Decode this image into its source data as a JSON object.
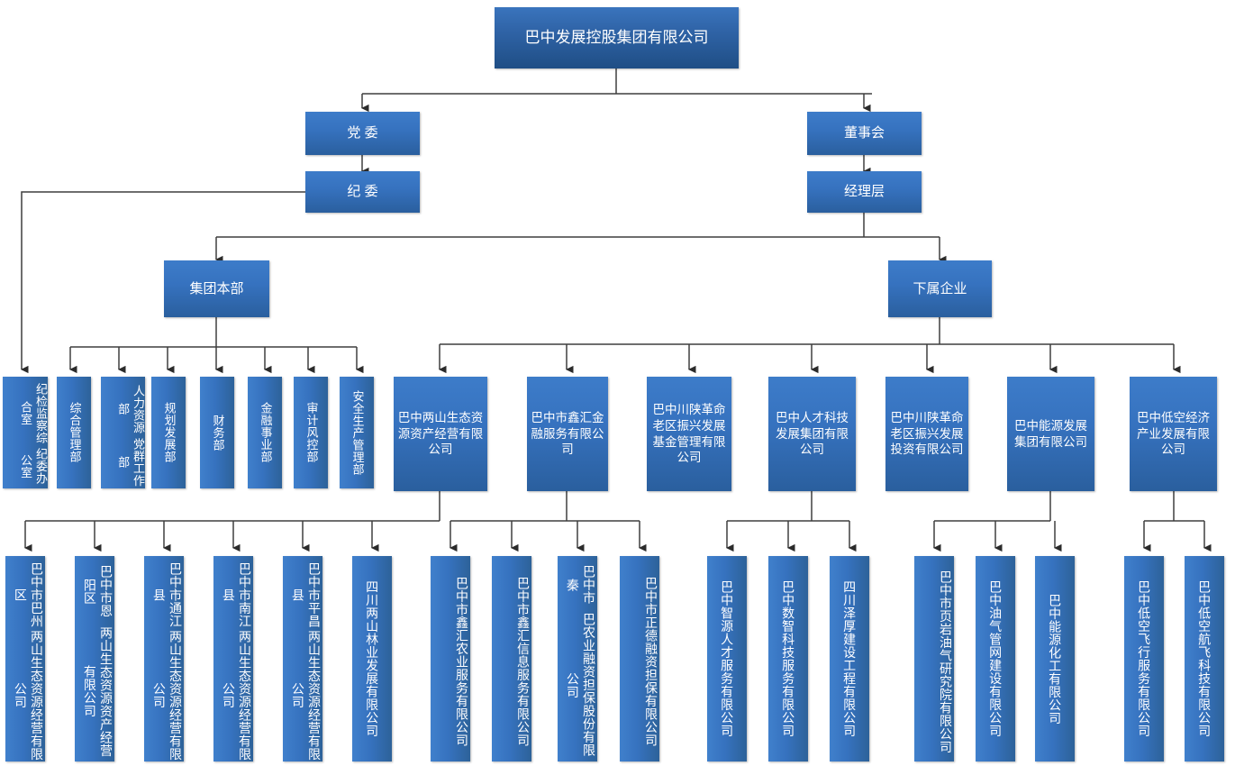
{
  "meta": {
    "title": "巴中发展控股集团有限公司 组织架构图",
    "colors": {
      "node_top": "#3d7cc9",
      "node_bottom": "#2a5f9e",
      "root_top": "#3a74bd",
      "root_bottom": "#1f4e85",
      "connector": "#404040",
      "background": "#ffffff",
      "text": "#ffffff"
    }
  },
  "level1": {
    "root": {
      "label": "巴中发展控股集团有限公司"
    }
  },
  "level2": [
    {
      "label": "党 委"
    },
    {
      "label": "董事会"
    }
  ],
  "level3": [
    {
      "label": "纪 委"
    },
    {
      "label": "经理层"
    }
  ],
  "level4": [
    {
      "label": "集团本部"
    },
    {
      "label": "下属企业"
    }
  ],
  "departments": [
    {
      "label_a": "纪检监察综合室",
      "label_b": "纪委办公室"
    },
    {
      "label": "综合管理部"
    },
    {
      "label_a": "人力资源部",
      "label_b": "党群工作部"
    },
    {
      "label": "规划发展部"
    },
    {
      "label": "财务部"
    },
    {
      "label": "金融事业部"
    },
    {
      "label": "审计风控部"
    },
    {
      "label": "安全生产管理部"
    }
  ],
  "subsidiaries": [
    {
      "label": "巴中两山生态资源资产经营有限公司"
    },
    {
      "label": "巴中市鑫汇金融服务有限公司"
    },
    {
      "label": "巴中川陕革命老区振兴发展基金管理有限公司"
    },
    {
      "label": "巴中人才科技发展集团有限公司"
    },
    {
      "label": "巴中川陕革命老区振兴发展投资有限公司"
    },
    {
      "label": "巴中能源发展集团有限公司"
    },
    {
      "label": "巴中低空经济产业发展有限公司"
    }
  ],
  "units": [
    {
      "label_a": "巴中市巴州区",
      "label_b": "两山生态资源经营有限公司"
    },
    {
      "label_a": "巴中市恩阳区",
      "label_b": "两山生态资源资产经营有限公司"
    },
    {
      "label_a": "巴中市通江县",
      "label_b": "两山生态资源经营有限公司"
    },
    {
      "label_a": "巴中市南江县",
      "label_b": "两山生态资源经营有限公司"
    },
    {
      "label_a": "巴中市平昌县",
      "label_b": "两山生态资源经营有限公司"
    },
    {
      "label": "四川两山林业发展有限公司"
    },
    {
      "label_a": "巴中市鑫",
      "label_b": "汇农业服务有限公司"
    },
    {
      "label_a": "巴中市鑫",
      "label_b": "汇信息服务有限公司"
    },
    {
      "label_a": "巴中市秦",
      "label_b": "巴农业融资担保股份有限公司"
    },
    {
      "label_a": "巴中市正",
      "label_b": "德融资担保有限公司"
    },
    {
      "label": "巴中智源人才服务有限公司"
    },
    {
      "label": "巴中数智科技服务有限公司"
    },
    {
      "label": "四川泽厚建设工程有限公司"
    },
    {
      "label_a": "巴中市页",
      "label_b": "岩油气研究院有限公司"
    },
    {
      "label": "巴中油气管网建设有限公司"
    },
    {
      "label": "巴中能源化工有限公司"
    },
    {
      "label": "巴中低空飞行服务有限公司"
    },
    {
      "label": "巴中低空航飞科技有限公司"
    }
  ]
}
